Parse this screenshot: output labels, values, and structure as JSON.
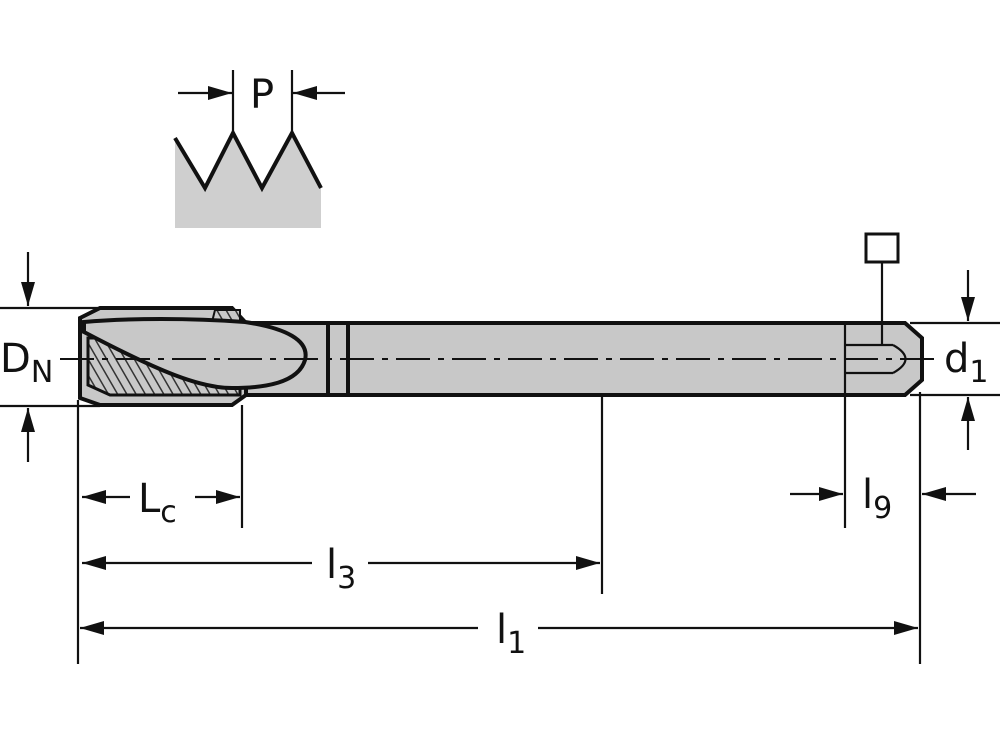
{
  "labels": {
    "pitch": "P",
    "nominal_diameter": {
      "main": "D",
      "sub": "N"
    },
    "shank_diameter": {
      "main": "d",
      "sub": "1"
    },
    "chamfer_length": {
      "main": "L",
      "sub": "c"
    },
    "thread_length": {
      "main": "l",
      "sub": "3"
    },
    "total_length": {
      "main": "l",
      "sub": "1"
    },
    "square_length": {
      "main": "l",
      "sub": "9"
    }
  },
  "colors": {
    "line": "#111111",
    "tool_fill": "#c8c8c8",
    "thread_profile_fill": "#cfcfcf",
    "background": "#ffffff"
  }
}
